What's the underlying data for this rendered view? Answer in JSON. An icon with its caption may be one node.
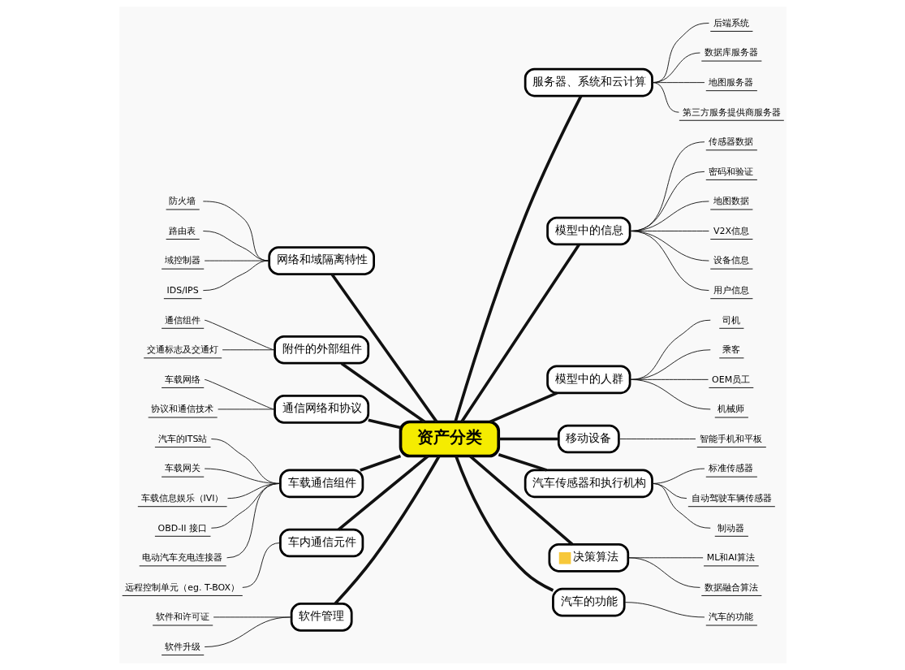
{
  "diagram": {
    "nodes": [
      {
        "text": [
          "资产分类"
        ]
      },
      {
        "text": [
          "服务器、系统和云计算"
        ]
      },
      {
        "text": [
          "后端系统"
        ]
      },
      {
        "text": [
          "数据库服务器"
        ]
      },
      {
        "text": [
          "地图服务器"
        ]
      },
      {
        "text": [
          "第三方服务提供商服务器"
        ]
      },
      {
        "text": [
          "模型中的信息"
        ]
      },
      {
        "text": [
          "传感器数据"
        ]
      },
      {
        "text": [
          "密码和验证"
        ]
      },
      {
        "text": [
          "地图数据"
        ]
      },
      {
        "text": [
          "V2X信息"
        ]
      },
      {
        "text": [
          "设备信息"
        ]
      },
      {
        "text": [
          "用户信息"
        ]
      },
      {
        "text": [
          "模型中的人群"
        ]
      },
      {
        "text": [
          "司机"
        ]
      },
      {
        "text": [
          "乘客"
        ]
      },
      {
        "text": [
          "OEM员工"
        ]
      },
      {
        "text": [
          "机械师"
        ]
      },
      {
        "text": [
          "移动设备"
        ]
      },
      {
        "text": [
          "智能手机和平板"
        ]
      },
      {
        "text": [
          "汽车传感器和执行机构"
        ]
      },
      {
        "text": [
          "标准传感器"
        ]
      },
      {
        "text": [
          "自动驾驶车辆传感器"
        ]
      },
      {
        "text": [
          "制动器"
        ]
      },
      {
        "text": [
          "决策算法"
        ]
      },
      {
        "text": [
          "ML和AI算法"
        ]
      },
      {
        "text": [
          "数据融合算法"
        ]
      },
      {
        "text": [
          "汽车的功能"
        ]
      },
      {
        "text": [
          "汽车的功能"
        ]
      },
      {
        "text": [
          "网络和域隔离特性"
        ]
      },
      {
        "text": [
          "防火墙"
        ]
      },
      {
        "text": [
          "路由表"
        ]
      },
      {
        "text": [
          "域控制器"
        ]
      },
      {
        "text": [
          "IDS/IPS"
        ]
      },
      {
        "text": [
          "附件的外部组件"
        ]
      },
      {
        "text": [
          "通信组件"
        ]
      },
      {
        "text": [
          "交通标志及交通灯"
        ]
      },
      {
        "text": [
          "通信网络和协议"
        ]
      },
      {
        "text": [
          "车载网络"
        ]
      },
      {
        "text": [
          "协议和通信技术"
        ]
      },
      {
        "text": [
          "车载通信组件"
        ]
      },
      {
        "text": [
          "汽车的ITS站"
        ]
      },
      {
        "text": [
          "车载网关"
        ]
      },
      {
        "text": [
          "车载信息娱乐（IVI）"
        ]
      },
      {
        "text": [
          "OBD-II 接口"
        ]
      },
      {
        "text": [
          "电动汽车充电连接器"
        ]
      },
      {
        "text": [
          "车内通信元件"
        ]
      },
      {
        "text": [
          "远程控制单元（eg. T-BOX）"
        ]
      },
      {
        "text": [
          "软件管理"
        ]
      },
      {
        "text": [
          "软件和许可证"
        ]
      },
      {
        "text": [
          "软件升级"
        ]
      }
    ],
    "edges": [
      {
        "from": 0,
        "to": 1,
        "arrow": "none",
        "style": "thick"
      },
      {
        "from": 1,
        "to": 2,
        "arrow": "none"
      },
      {
        "from": 1,
        "to": 3,
        "arrow": "none"
      },
      {
        "from": 1,
        "to": 4,
        "arrow": "none"
      },
      {
        "from": 1,
        "to": 5,
        "arrow": "none"
      },
      {
        "from": 0,
        "to": 6,
        "arrow": "none",
        "style": "thick"
      },
      {
        "from": 6,
        "to": 7,
        "arrow": "none"
      },
      {
        "from": 6,
        "to": 8,
        "arrow": "none"
      },
      {
        "from": 6,
        "to": 9,
        "arrow": "none"
      },
      {
        "from": 6,
        "to": 10,
        "arrow": "none"
      },
      {
        "from": 6,
        "to": 11,
        "arrow": "none"
      },
      {
        "from": 6,
        "to": 12,
        "arrow": "none"
      },
      {
        "from": 0,
        "to": 13,
        "arrow": "none",
        "style": "thick"
      },
      {
        "from": 13,
        "to": 14,
        "arrow": "none"
      },
      {
        "from": 13,
        "to": 15,
        "arrow": "none"
      },
      {
        "from": 13,
        "to": 16,
        "arrow": "none"
      },
      {
        "from": 13,
        "to": 17,
        "arrow": "none"
      },
      {
        "from": 0,
        "to": 18,
        "arrow": "none",
        "style": "thick"
      },
      {
        "from": 18,
        "to": 19,
        "arrow": "none"
      },
      {
        "from": 0,
        "to": 20,
        "arrow": "none",
        "style": "thick"
      },
      {
        "from": 20,
        "to": 21,
        "arrow": "none"
      },
      {
        "from": 20,
        "to": 22,
        "arrow": "none"
      },
      {
        "from": 20,
        "to": 23,
        "arrow": "none"
      },
      {
        "from": 0,
        "to": 24,
        "arrow": "none",
        "style": "thick"
      },
      {
        "from": 24,
        "to": 25,
        "arrow": "none"
      },
      {
        "from": 24,
        "to": 26,
        "arrow": "none"
      },
      {
        "from": 0,
        "to": 27,
        "arrow": "none",
        "style": "thick"
      },
      {
        "from": 27,
        "to": 28,
        "arrow": "none"
      },
      {
        "from": 29,
        "to": 0,
        "arrow": "none",
        "style": "thick"
      },
      {
        "from": 30,
        "to": 29,
        "arrow": "none"
      },
      {
        "from": 31,
        "to": 29,
        "arrow": "none"
      },
      {
        "from": 32,
        "to": 29,
        "arrow": "none"
      },
      {
        "from": 33,
        "to": 29,
        "arrow": "none"
      },
      {
        "from": 34,
        "to": 0,
        "arrow": "none",
        "style": "thick"
      },
      {
        "from": 35,
        "to": 34,
        "arrow": "none"
      },
      {
        "from": 36,
        "to": 34,
        "arrow": "none"
      },
      {
        "from": 37,
        "to": 0,
        "arrow": "none",
        "style": "thick"
      },
      {
        "from": 38,
        "to": 37,
        "arrow": "none"
      },
      {
        "from": 39,
        "to": 37,
        "arrow": "none"
      },
      {
        "from": 40,
        "to": 0,
        "arrow": "none",
        "style": "thick"
      },
      {
        "from": 41,
        "to": 40,
        "arrow": "none"
      },
      {
        "from": 42,
        "to": 40,
        "arrow": "none"
      },
      {
        "from": 43,
        "to": 40,
        "arrow": "none"
      },
      {
        "from": 44,
        "to": 40,
        "arrow": "none"
      },
      {
        "from": 45,
        "to": 40,
        "arrow": "none"
      },
      {
        "from": 46,
        "to": 0,
        "arrow": "none",
        "style": "thick"
      },
      {
        "from": 47,
        "to": 46,
        "arrow": "none"
      },
      {
        "from": 48,
        "to": 0,
        "arrow": "none",
        "style": "thick"
      },
      {
        "from": 49,
        "to": 48,
        "arrow": "none"
      },
      {
        "from": 50,
        "to": 48,
        "arrow": "none"
      }
    ]
  }
}
